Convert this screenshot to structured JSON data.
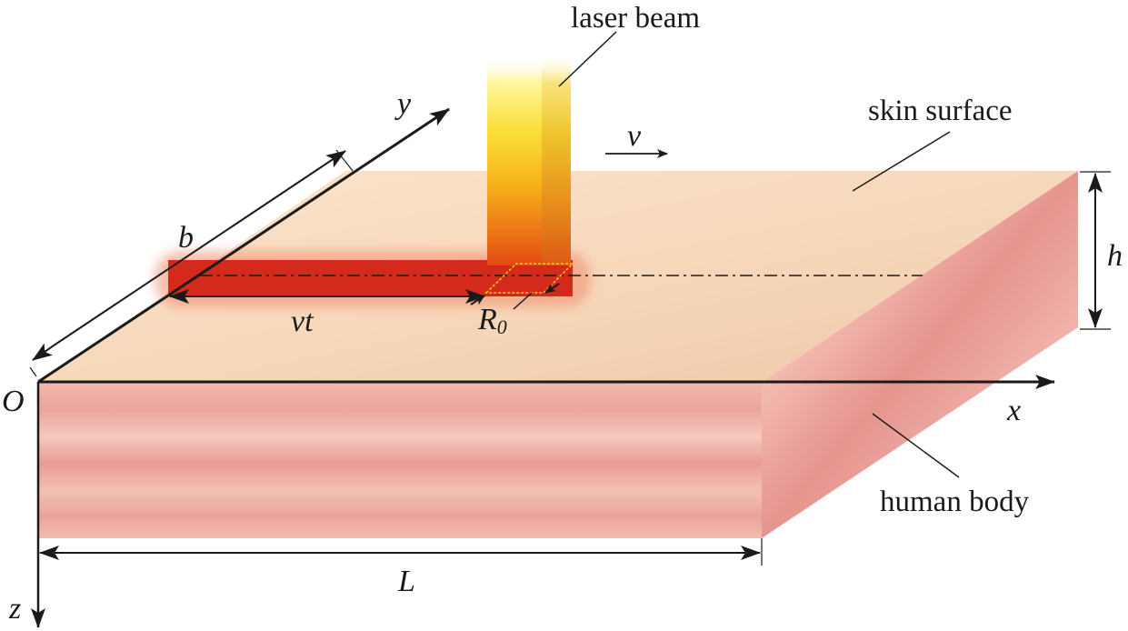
{
  "diagram": {
    "labels": {
      "laser_beam": "laser beam",
      "skin_surface": "skin surface",
      "human_body": "human body",
      "origin": "O",
      "x_axis": "x",
      "y_axis": "y",
      "z_axis": "z",
      "velocity": "v",
      "height": "h",
      "length": "L",
      "width": "b",
      "distance": "vt",
      "radius": "R",
      "radius_sub": "0"
    },
    "colors": {
      "skin_top": "#f6d6b8",
      "skin_front": "#eeaaa0",
      "skin_side": "#e89b97",
      "burn_track": "#d42a1c",
      "beam_top": "#fff07a",
      "beam_mid": "#f6c51e",
      "beam_bottom": "#e24a14",
      "arrow": "#1a1a1a"
    }
  }
}
